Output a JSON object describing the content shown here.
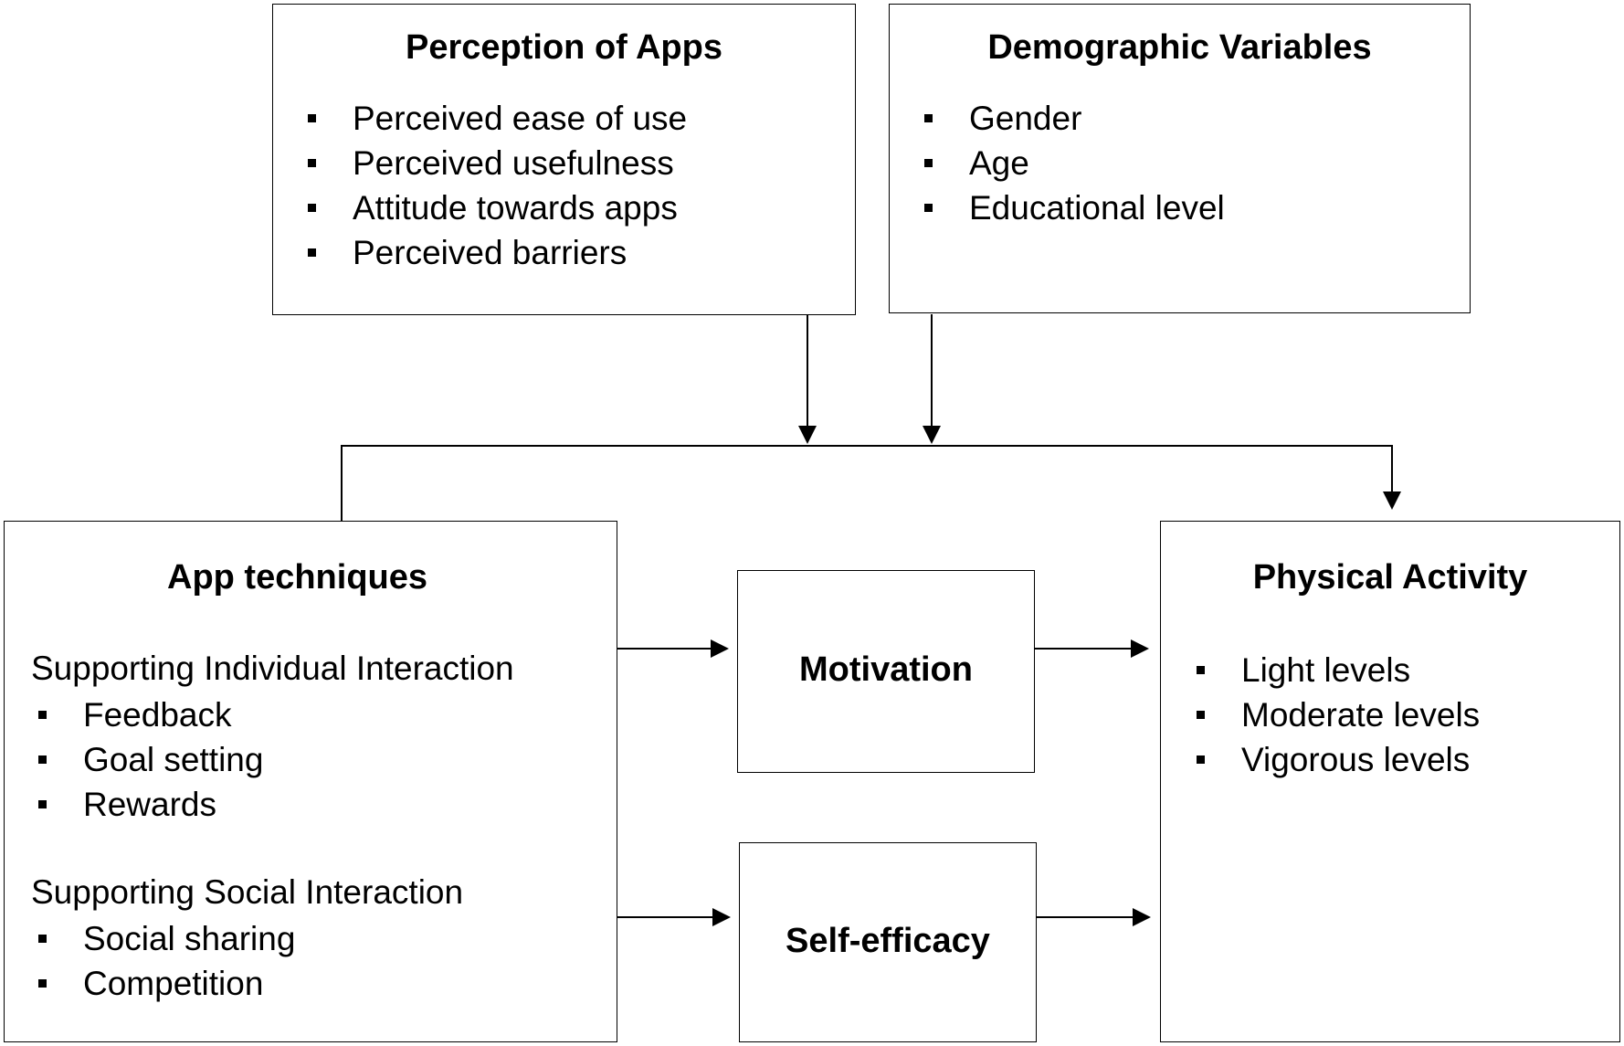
{
  "perception": {
    "title": "Perception of Apps",
    "items": [
      "Perceived ease of use",
      "Perceived usefulness",
      "Attitude towards apps",
      "Perceived barriers"
    ]
  },
  "demographic": {
    "title": "Demographic Variables",
    "items": [
      "Gender",
      "Age",
      "Educational level"
    ]
  },
  "app_techniques": {
    "title": "App techniques",
    "individual_heading": "Supporting Individual Interaction",
    "individual_items": [
      "Feedback",
      "Goal setting",
      "Rewards"
    ],
    "social_heading": "Supporting Social Interaction",
    "social_items": [
      "Social sharing",
      "Competition"
    ]
  },
  "motivation": {
    "title": "Motivation"
  },
  "self_efficacy": {
    "title": "Self-efficacy"
  },
  "physical_activity": {
    "title": "Physical Activity",
    "items": [
      "Light levels",
      "Moderate levels",
      "Vigorous levels"
    ]
  }
}
